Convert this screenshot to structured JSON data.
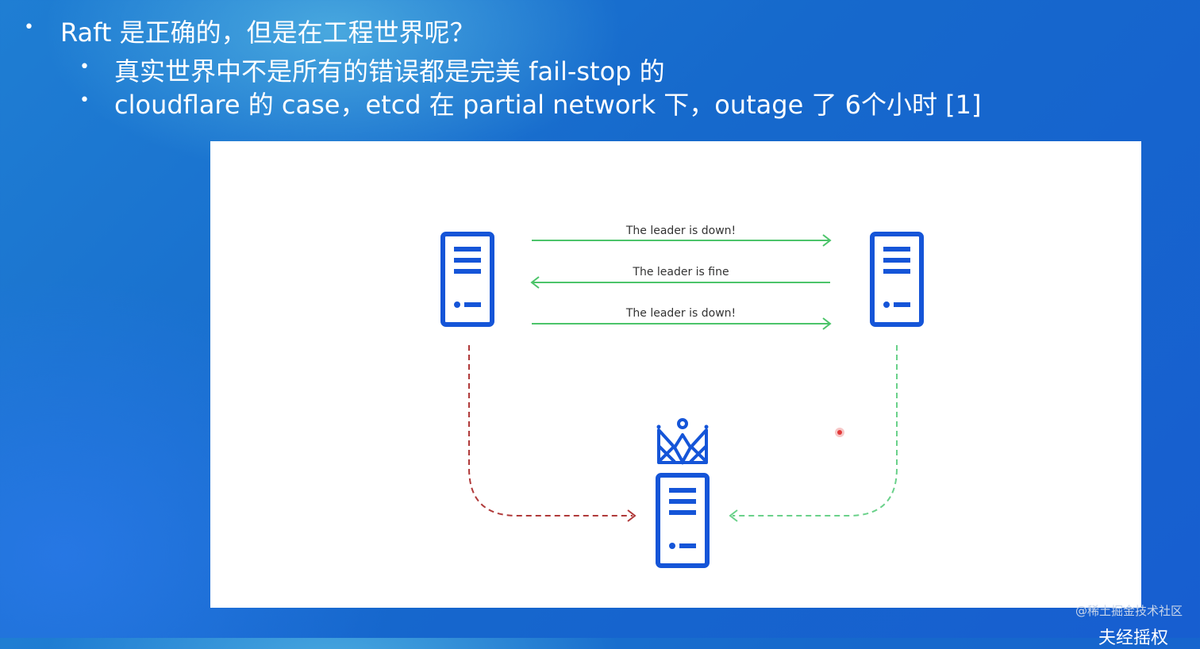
{
  "slide": {
    "bullets": [
      {
        "level": 1,
        "text": "Raft 是正确的，但是在工程世界呢？"
      },
      {
        "level": 2,
        "text": "真实世界中不是所有的错误都是完美 fail-stop 的"
      },
      {
        "level": 2,
        "text": "cloudflare 的 case，etcd 在 partial network 下，outage 了 6个小时 [1]"
      }
    ]
  },
  "diagram": {
    "messages": [
      {
        "text": "The leader is down!",
        "direction": "left-to-right",
        "color": "#4cc46a"
      },
      {
        "text": "The leader is fine",
        "direction": "right-to-left",
        "color": "#4cc46a"
      },
      {
        "text": "The leader is down!",
        "direction": "left-to-right",
        "color": "#4cc46a"
      }
    ],
    "nodes": [
      {
        "role": "left-server",
        "icon": "server-icon",
        "color": "#1555d8"
      },
      {
        "role": "right-server",
        "icon": "server-icon",
        "color": "#1555d8"
      },
      {
        "role": "leader-server",
        "icon": "server-icon",
        "badge": "crown-icon",
        "color": "#1555d8"
      }
    ],
    "links": [
      {
        "from": "left-server",
        "to": "leader-server",
        "style": "dashed",
        "color": "#b03a3a"
      },
      {
        "from": "right-server",
        "to": "leader-server",
        "style": "dashed",
        "color": "#6ad18a"
      }
    ]
  },
  "watermark": "@稀土掘金技术社区",
  "corner_text": "夫经摇权"
}
